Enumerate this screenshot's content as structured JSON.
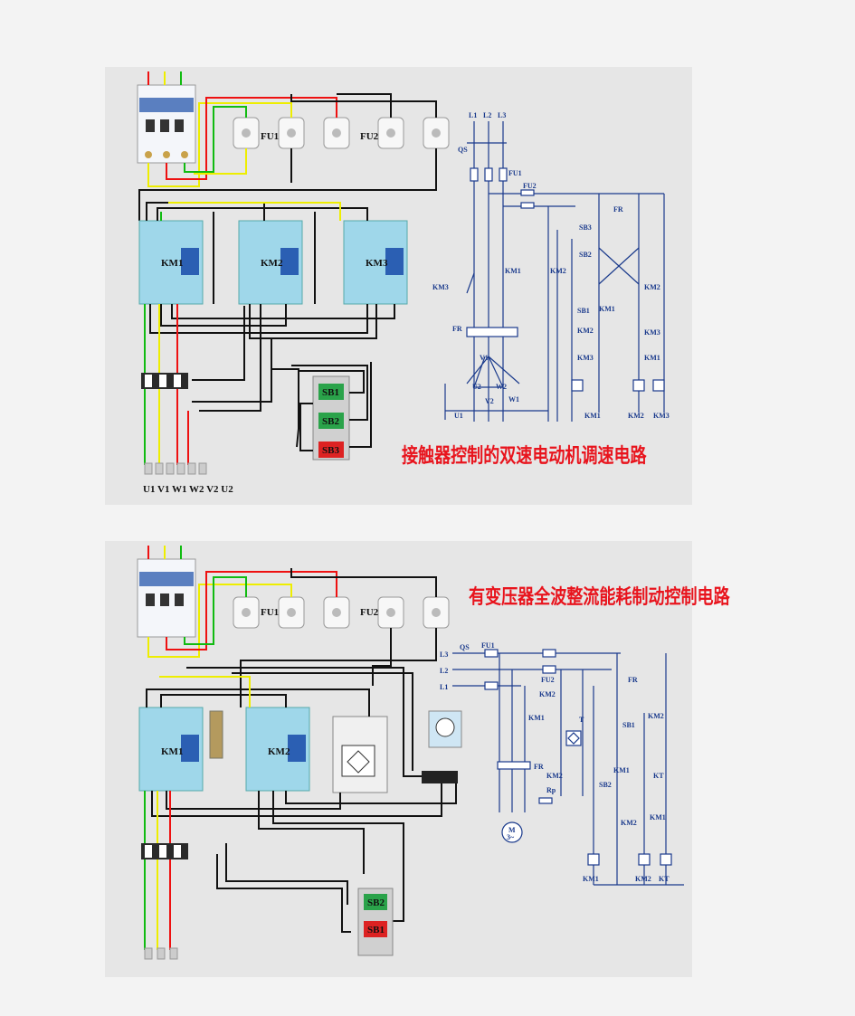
{
  "diagram1": {
    "title": "接触器控制的双速电动机调速电路",
    "components": {
      "fuse1": "FU1",
      "fuse2": "FU2",
      "contactors": [
        "KM1",
        "KM2",
        "KM3"
      ],
      "buttons": [
        "SB1",
        "SB2",
        "SB3"
      ],
      "terminals": "U1 V1 W1 W2 V2 U2"
    },
    "schematic": {
      "phases": [
        "L1",
        "L2",
        "L3"
      ],
      "switch": "QS",
      "fu1": "FU1",
      "fu2": "FU2",
      "fr": "FR",
      "fr_ctrl": "FR",
      "km3_left": "KM3",
      "km1_main": "KM1",
      "km2_main": "KM2",
      "sb3": "SB3",
      "sb2": "SB2",
      "sb1": "SB1",
      "km1_aux": "KM1",
      "km2_aux_a": "KM2",
      "km3_aux": "KM3",
      "km2_right": "KM2",
      "km3_right": "KM3",
      "km1_right": "KM1",
      "motor_v1": "V1",
      "motor_u2": "U2",
      "motor_w2": "W2",
      "motor_v2": "V2",
      "motor_w1": "W1",
      "motor_u1": "U1",
      "coils": [
        "KM1",
        "KM2",
        "KM3"
      ]
    }
  },
  "diagram2": {
    "title": "有变压器全波整流能耗制动控制电路",
    "components": {
      "fuse1": "FU1",
      "fuse2": "FU2",
      "contactors": [
        "KM1",
        "KM2"
      ],
      "buttons": [
        "SB2",
        "SB1"
      ]
    },
    "schematic": {
      "phases": [
        "L3",
        "L2",
        "L1"
      ],
      "switch": "QS",
      "fu1": "FU1",
      "fu2": "FU2",
      "fr_ctrl": "FR",
      "km2_top": "KM2",
      "t": "T",
      "km1_main": "KM1",
      "fr": "FR",
      "km2_mid": "KM2",
      "rp": "Rp",
      "motor": "M",
      "motor_sub": "3~",
      "sb1": "SB1",
      "km2_r": "KM2",
      "km1_r": "KM1",
      "kt_r": "KT",
      "sb2": "SB2",
      "km2_low": "KM2",
      "km1_low": "KM1",
      "coils": [
        "KM1",
        "KM2",
        "KT"
      ]
    }
  }
}
